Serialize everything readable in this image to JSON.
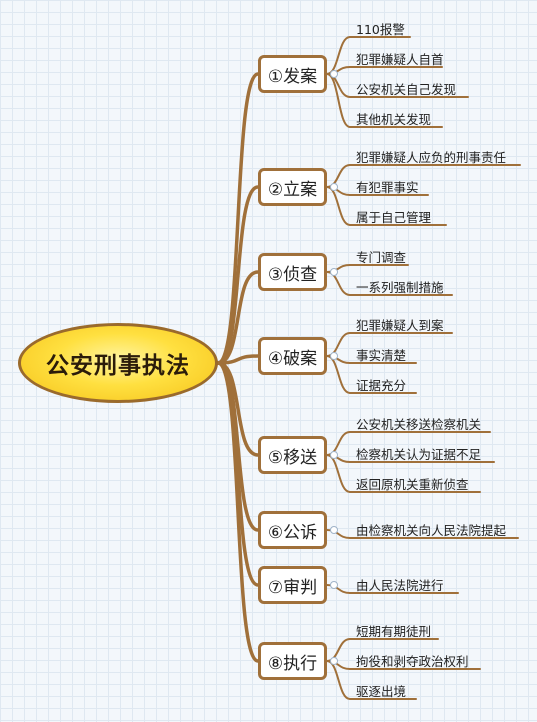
{
  "root": {
    "label": "公安刑事执法"
  },
  "branches": [
    {
      "label": "①发案",
      "children": [
        "110报警",
        "犯罪嫌疑人自首",
        "公安机关自己发现",
        "其他机关发现"
      ]
    },
    {
      "label": "②立案",
      "children": [
        "犯罪嫌疑人应负的刑事责任",
        "有犯罪事实",
        "属于自己管理"
      ]
    },
    {
      "label": "③侦查",
      "children": [
        "专门调查",
        "一系列强制措施"
      ]
    },
    {
      "label": "④破案",
      "children": [
        "犯罪嫌疑人到案",
        "事实清楚",
        "证据充分"
      ]
    },
    {
      "label": "⑤移送",
      "children": [
        "公安机关移送检察机关",
        "检察机关认为证据不足",
        "返回原机关重新侦查"
      ]
    },
    {
      "label": "⑥公诉",
      "children": [
        "由检察机关向人民法院提起"
      ]
    },
    {
      "label": "⑦审判",
      "children": [
        "由人民法院进行"
      ]
    },
    {
      "label": "⑧执行",
      "children": [
        "短期有期徒刑",
        "拘役和剥夺政治权利",
        "驱逐出境"
      ]
    }
  ],
  "colors": {
    "connector": "#a0703a",
    "root_fill": "#ffe040",
    "root_border": "#9a6a2c",
    "background": "#f3f7fb"
  }
}
